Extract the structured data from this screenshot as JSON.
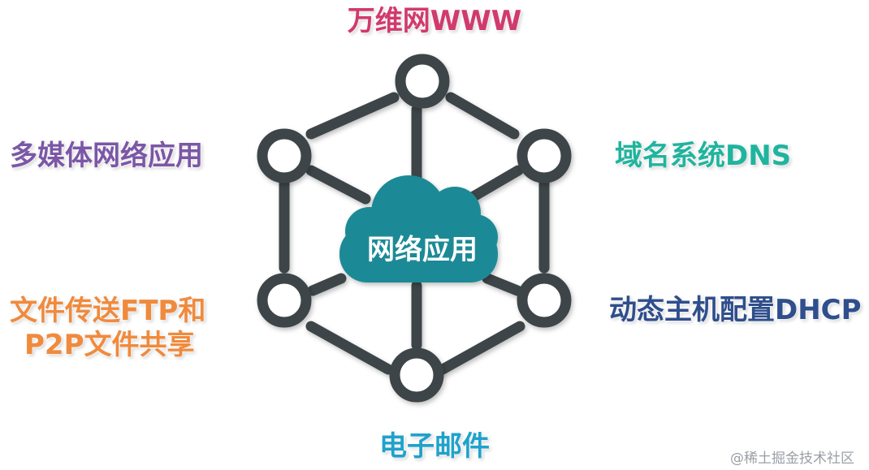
{
  "center": {
    "label": "网络应用"
  },
  "nodes": {
    "top": "万维网WWW",
    "top_left": "多媒体网络应用",
    "top_right": "域名系统DNS",
    "bottom_left_line1": "文件传送FTP和",
    "bottom_left_line2": "P2P文件共享",
    "bottom_right": "动态主机配置DHCP",
    "bottom": "电子邮件"
  },
  "watermark": "@稀土掘金技术社区",
  "colors": {
    "www": "#d13a6c",
    "media": "#7b57a6",
    "dns": "#20b49e",
    "ftp": "#f08a3c",
    "dhcp": "#2f4e8c",
    "email": "#1ea2cc",
    "cloud": "#1a8a96",
    "network": "#3c4448"
  }
}
